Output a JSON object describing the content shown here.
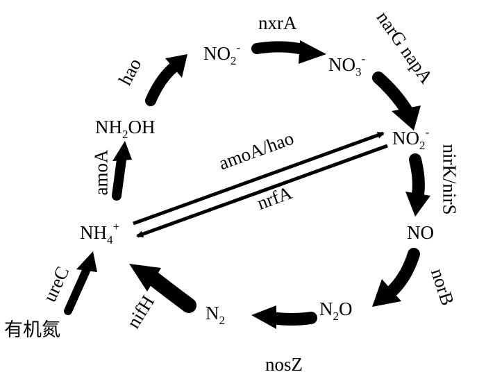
{
  "compounds": {
    "nh4": {
      "base": "NH",
      "sub": "4",
      "sup": "+"
    },
    "nh2oh": {
      "base": "NH",
      "sub": "2",
      "rest": "OH"
    },
    "no2_top": {
      "base": "NO",
      "sub": "2",
      "sup": "-"
    },
    "no3": {
      "base": "NO",
      "sub": "3",
      "sup": "-"
    },
    "no2_right": {
      "base": "NO",
      "sub": "2",
      "sup": "-"
    },
    "no": {
      "base": "NO"
    },
    "n2o": {
      "base": "N",
      "sub": "2",
      "rest": "O"
    },
    "n2": {
      "base": "N",
      "sub": "2"
    },
    "organic_n": {
      "text": "有机氮"
    }
  },
  "genes": {
    "hao": "hao",
    "nxrA": "nxrA",
    "narG_napA": "narG napA",
    "amoA": "amoA",
    "amoA_hao": "amoA/hao",
    "nrfA": "nrfA",
    "nirK_nirS": "nirK/nirS",
    "norB": "norB",
    "nosZ": "nosZ",
    "nifH": "nifH",
    "ureC": "ureC"
  },
  "colors": {
    "ink": "#000000",
    "background": "#ffffff"
  }
}
